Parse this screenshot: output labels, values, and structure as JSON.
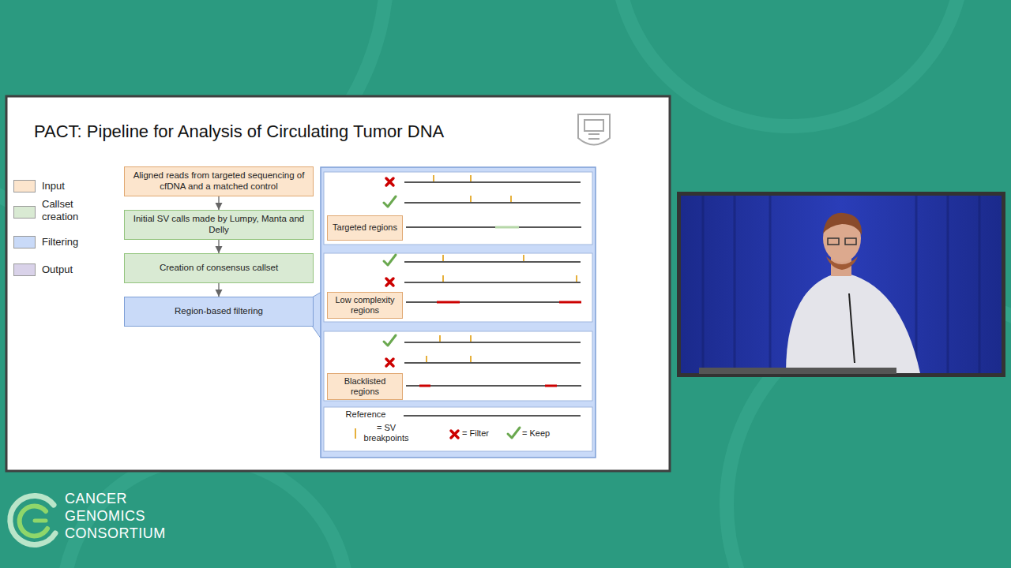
{
  "diagram": {
    "title": "PACT: Pipeline for Analysis of Circulating Tumor DNA",
    "nodes": [
      {
        "text": [
          "Aligned reads from targeted sequencing of cfDNA and a matched control"
        ]
      },
      {
        "text": [
          "Initial SV calls made by Lumpy, Manta and Delly"
        ]
      },
      {
        "text": [
          "Creation of consensus callset"
        ]
      },
      {
        "text": [
          "Region-based filtering"
        ]
      },
      {
        "text": [
          "Targeted regions"
        ]
      },
      {
        "text": [
          "Low complexity regions"
        ]
      },
      {
        "text": [
          "Blacklisted regions"
        ]
      }
    ],
    "edges": [
      {
        "from": 0,
        "to": 1,
        "arrow": "to"
      },
      {
        "from": 1,
        "to": 2,
        "arrow": "to"
      },
      {
        "from": 2,
        "to": 3,
        "arrow": "to"
      }
    ],
    "labels": [
      "CANCER GENOMICS CONSORTIUM"
    ],
    "legend": [
      {
        "text": "Input",
        "color": "#fce5cd"
      },
      {
        "text": "Callset creation",
        "color": "#d9ead3"
      },
      {
        "text": "Filtering",
        "color": "#c9daf8"
      },
      {
        "text": "Output",
        "color": "#d9d2e9"
      },
      {
        "text": "Reference"
      },
      {
        "text": "= SV breakpoints"
      },
      {
        "text": "= Filter"
      },
      {
        "text": "= Keep"
      }
    ]
  }
}
